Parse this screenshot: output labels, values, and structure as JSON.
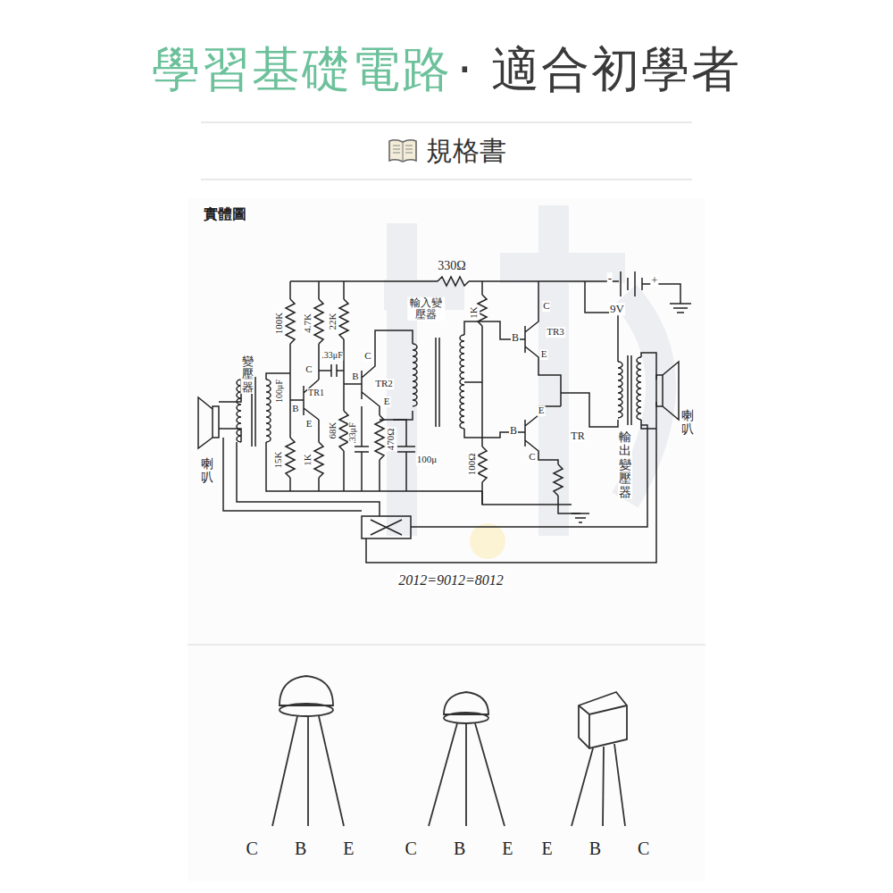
{
  "diagram": {
    "title": "學習基礎電路",
    "labels": [
      "· 適合初學者",
      "規格書",
      "實體圖",
      "330Ω",
      "輸入變壓器",
      "1K",
      "100K",
      "4.7K",
      "22K",
      "變壓器",
      "100μF",
      ".33μF",
      "C",
      "TR1",
      "B",
      "E",
      "C",
      "TR2",
      "B",
      "E",
      "15K",
      "1K",
      "68K",
      ".33μF",
      "470Ω",
      "100μ",
      "100Ω",
      "C",
      "TR3",
      "B",
      "E",
      "E",
      "B",
      "TR",
      "C",
      "9V",
      "+",
      "-",
      "輸出變壓器",
      "喇叭",
      "喇叭",
      "2012=9012=8012",
      "C B E",
      "C B E",
      "E B C"
    ]
  }
}
